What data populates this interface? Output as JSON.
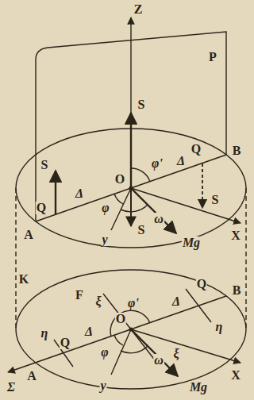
{
  "diagram": {
    "labels": [
      "Z",
      "P",
      "S",
      "S",
      "φ'",
      "Q",
      "Δ",
      "O",
      "Δ",
      "Q",
      "B",
      "S",
      "φ",
      "y",
      "S",
      "ω",
      "Mg",
      "A",
      "X",
      "K",
      "F",
      "ξ",
      "φ'",
      "B",
      "η",
      "Q",
      "Δ",
      "O",
      "Δ",
      "ξ",
      "η",
      "Q",
      "X",
      "A",
      "Σ",
      "y",
      "φ",
      "ω",
      "Mg"
    ]
  }
}
